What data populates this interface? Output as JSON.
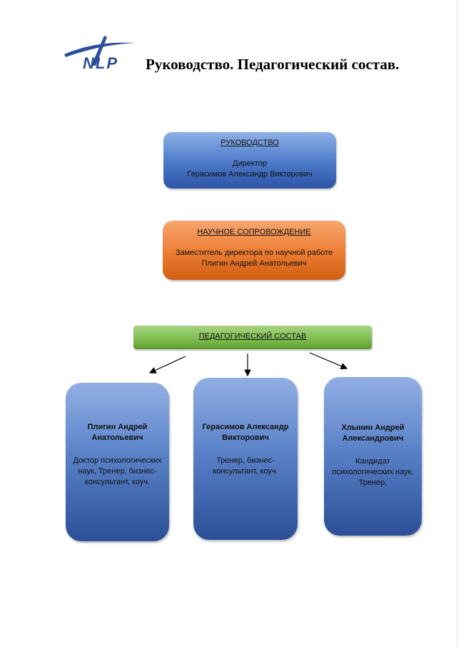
{
  "header": {
    "logo_text": "NLP",
    "title": "Руководство. Педагогический состав."
  },
  "management": {
    "heading": "РУКОВОДСТВО",
    "role": "Директор",
    "name": "Герасимов Александр Викторович"
  },
  "science": {
    "heading": "НАУЧНОЕ СОПРОВОЖДЕНИЕ",
    "role": "Заместитель директора по научной работе",
    "name": "Плигин Андрей Анатольевич"
  },
  "teaching": {
    "heading": "ПЕДАГОГИЧЕСКИЙ СОСТАВ"
  },
  "staff": [
    {
      "name": "Плигин Андрей Анатольевич",
      "description": "Доктор психологических наук, Тренер, бизнес-консультант, коуч."
    },
    {
      "name": "Герасимов Александр Викторович",
      "description": "Тренер, бизнес-консультант, коуч."
    },
    {
      "name": "Хлынин Андрей Александрович",
      "description": "Кандидат психологических наук, Тренер,"
    }
  ],
  "colors": {
    "blue_box": "#4b78c8",
    "orange_box": "#ec7c32",
    "green_bar": "#7dbb4e",
    "logo_blue": "#2b4f9c"
  }
}
